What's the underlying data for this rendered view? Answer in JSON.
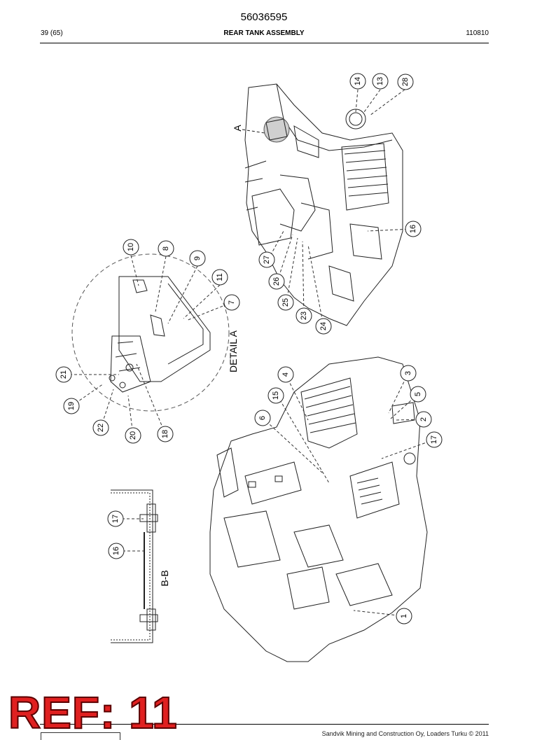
{
  "header": {
    "doc_number": "56036595",
    "page_index": "39 (65)",
    "title": "REAR TANK ASSEMBLY",
    "date": "110810"
  },
  "drawing": {
    "detail_label": "DETAIL A",
    "section_label": "B-B",
    "view_marker": "A",
    "callouts": {
      "c14": "14",
      "c13": "13",
      "c28": "28",
      "c16a": "16",
      "c10": "10",
      "c8": "8",
      "c9": "9",
      "c11": "11",
      "c7": "7",
      "c27": "27",
      "c26": "26",
      "c25": "25",
      "c23": "23",
      "c24": "24",
      "c21": "21",
      "c19": "19",
      "c22": "22",
      "c20": "20",
      "c18": "18",
      "c4": "4",
      "c15": "15",
      "c6": "6",
      "c3": "3",
      "c5": "5",
      "c2": "2",
      "c17a": "17",
      "c17b": "17",
      "c16b": "16",
      "c1": "1"
    }
  },
  "footer": {
    "copyright": "Sandvik Mining and Construction Oy, Loaders Turku © 2011"
  },
  "stamp": {
    "ref": "REF: 11"
  }
}
